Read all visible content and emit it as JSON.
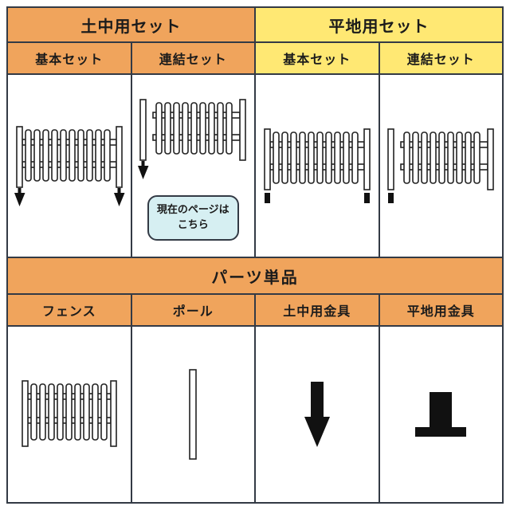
{
  "colors": {
    "orange_header": "#f0a45c",
    "yellow_header": "#ffe873",
    "border": "#333a45",
    "badge_background": "#d6eff2",
    "icon_black": "#111111",
    "text": "#1b1b1b",
    "page_background": "#ffffff"
  },
  "table": {
    "group_headers": [
      {
        "label": "土中用セット"
      },
      {
        "label": "平地用セット"
      }
    ],
    "sub_headers": [
      {
        "label": "基本セット"
      },
      {
        "label": "連結セット"
      },
      {
        "label": "基本セット"
      },
      {
        "label": "連結セット"
      }
    ],
    "badge": {
      "line1": "現在のページは",
      "line2": "こちら"
    },
    "parts_header": {
      "label": "パーツ単品"
    },
    "parts_sub_headers": [
      {
        "label": "フェンス"
      },
      {
        "label": "ポール"
      },
      {
        "label": "土中用金具"
      },
      {
        "label": "平地用金具"
      }
    ],
    "icons": {
      "ground_basic": "fence-with-two-ground-spikes-icon",
      "ground_link": "pole-with-ground-spike-and-fence-icon",
      "flat_basic": "fence-with-two-flat-mounts-icon",
      "flat_link": "pole-with-flat-mount-and-fence-icon",
      "part_fence": "picket-fence-icon",
      "part_pole": "pole-icon",
      "part_ground_fitting": "ground-spike-fitting-icon",
      "part_flat_fitting": "flat-mount-fitting-icon"
    }
  }
}
